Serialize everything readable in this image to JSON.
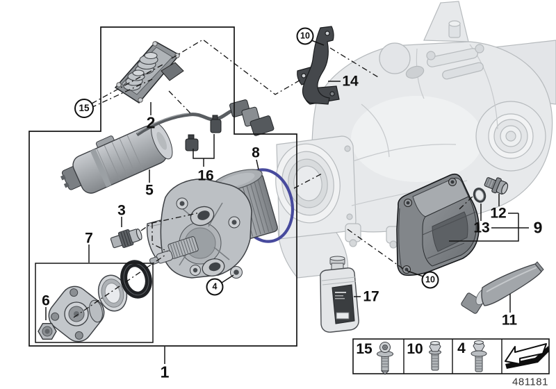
{
  "diagram": {
    "doc_number": "481181",
    "parts": {
      "p1": "1",
      "p2": "2",
      "p3": "3",
      "p5": "5",
      "p6": "6",
      "p7": "7",
      "p8": "8",
      "p9": "9",
      "p11": "11",
      "p12": "12",
      "p13": "13",
      "p14": "14",
      "p16": "16",
      "p17": "17"
    },
    "callouts": {
      "group15": "15",
      "bolt10_top": "10",
      "bolt4": "4",
      "bolt10_bottom": "10"
    },
    "legend": {
      "items": [
        {
          "label": "15",
          "icon": "flanged-torx-screw-icon"
        },
        {
          "label": "10",
          "icon": "hex-bolt-icon"
        },
        {
          "label": "4",
          "icon": "flanged-hex-bolt-icon"
        },
        {
          "label": "",
          "icon": "direction-arrow-icon"
        }
      ]
    },
    "colors": {
      "o_ring_blue": "#474a9d",
      "line_black": "#141414",
      "ghost_gray": "#e7e9eb",
      "cover_gray": "#82868a"
    }
  }
}
